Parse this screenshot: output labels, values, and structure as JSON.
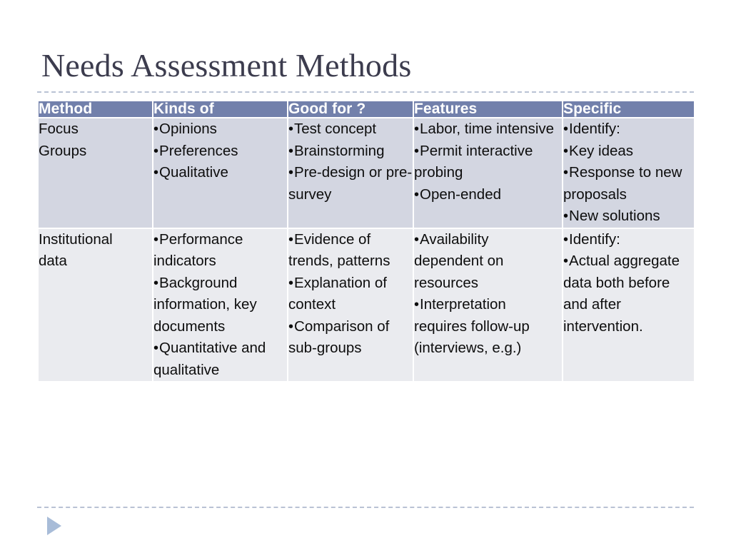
{
  "slide": {
    "title": "Needs Assessment Methods",
    "title_color": "#3c3c4e",
    "background_color": "#ffffff",
    "divider_color": "#b9c2d4"
  },
  "table": {
    "header_background": "#7280ab",
    "header_text_color": "#ffffff",
    "row_a_background": "#d3d6e1",
    "row_b_background": "#eaebef",
    "columns": [
      {
        "label": "Method"
      },
      {
        "label": "Kinds of"
      },
      {
        "label": "Good for ?"
      },
      {
        "label": "Features"
      },
      {
        "label": "Specific"
      }
    ],
    "rows": [
      {
        "name": "focus-groups",
        "cells": [
          {
            "lines": [
              {
                "text": "Focus",
                "bullet": false
              },
              {
                "text": "Groups",
                "bullet": false
              }
            ]
          },
          {
            "lines": [
              {
                "text": "Opinions",
                "bullet": true
              },
              {
                "text": "Preferences",
                "bullet": true
              },
              {
                "text": "Qualitative",
                "bullet": true
              }
            ]
          },
          {
            "lines": [
              {
                "text": "Test concept",
                "bullet": true
              },
              {
                "text": "Brainstorming",
                "bullet": true
              },
              {
                "text": "Pre-design or pre-survey",
                "bullet": true
              }
            ]
          },
          {
            "lines": [
              {
                "text": "Labor, time intensive",
                "bullet": true
              },
              {
                "text": "Permit interactive probing",
                "bullet": true
              },
              {
                "text": "Open-ended",
                "bullet": true
              }
            ]
          },
          {
            "lines": [
              {
                "text": "Identify:",
                "bullet": true
              },
              {
                "text": "Key ideas",
                "bullet": true
              },
              {
                "text": "Response to new proposals",
                "bullet": true
              },
              {
                "text": "New solutions",
                "bullet": true
              }
            ]
          }
        ]
      },
      {
        "name": "institutional-data",
        "cells": [
          {
            "lines": [
              {
                "text": "Institutional",
                "bullet": false
              },
              {
                "text": "data",
                "bullet": false
              }
            ]
          },
          {
            "lines": [
              {
                "text": "Performance indicators",
                "bullet": true
              },
              {
                "text": "Background information, key documents",
                "bullet": true
              },
              {
                "text": "Quantitative and qualitative",
                "bullet": true
              }
            ]
          },
          {
            "lines": [
              {
                "text": "Evidence of trends, patterns",
                "bullet": true
              },
              {
                "text": "Explanation of context",
                "bullet": true
              },
              {
                "text": "Comparison of sub-groups",
                "bullet": true
              }
            ]
          },
          {
            "lines": [
              {
                "text": "Availability dependent on resources",
                "bullet": true
              },
              {
                "text": "Interpretation requires follow-up (interviews, e.g.)",
                "bullet": true
              }
            ]
          },
          {
            "lines": [
              {
                "text": "Identify:",
                "bullet": true
              },
              {
                "text": "Actual aggregate data both before and after intervention.",
                "bullet": true
              }
            ]
          }
        ]
      }
    ]
  },
  "navigation": {
    "next_icon": "play-triangle-icon",
    "next_icon_color": "#a8bcd8"
  }
}
